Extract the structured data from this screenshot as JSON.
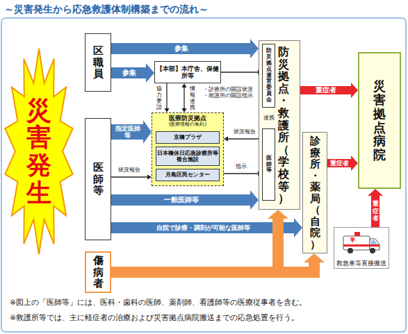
{
  "diagram": {
    "title": "～災害発生から応急救護体制構築までの流れ～",
    "nodes": [
      {
        "text": [
          "災害発生"
        ]
      },
      {
        "text": [
          "区職員"
        ]
      },
      {
        "text": [
          "医師等"
        ]
      },
      {
        "text": [
          "傷病者"
        ]
      },
      {
        "text": [
          "【本部】本庁舎、保健所等"
        ]
      },
      {
        "text": [
          "医療防災拠点",
          "(医療情報の集約)"
        ]
      },
      {
        "text": [
          "京橋プラザ"
        ],
        "in": 5
      },
      {
        "text": [
          "日本橋休日応急診療所等複合施設"
        ],
        "in": 5
      },
      {
        "text": [
          "月島区民センター"
        ],
        "in": 5
      },
      {
        "text": [
          "防災拠点・救護所（学校等）"
        ]
      },
      {
        "text": [
          "防災拠点運営委員会"
        ],
        "in": 9
      },
      {
        "text": [
          "医師等"
        ],
        "in": 9
      },
      {
        "text": [
          "診療所・薬局（自院）"
        ]
      },
      {
        "text": [
          "災害拠点病院"
        ]
      },
      {
        "text": [
          "救急車等直接搬送"
        ]
      }
    ],
    "edges": [
      {
        "from": 1,
        "to": 9,
        "label": "参集",
        "arrow": "to"
      },
      {
        "from": 1,
        "to": 4,
        "label": "参集",
        "arrow": "to"
      },
      {
        "from": 4,
        "to": 5,
        "label": "協力要請",
        "arrow": "to"
      },
      {
        "from": 4,
        "to": 5,
        "label": "情報連携",
        "arrow": "both"
      },
      {
        "from": 4,
        "to": 10,
        "label": "・診療所の開設状況 ・救護所の開設指示",
        "arrow": "to"
      },
      {
        "from": 10,
        "to": 11,
        "label": "連携",
        "arrow": "both"
      },
      {
        "from": 2,
        "to": 5,
        "label": "指定医師等",
        "arrow": "to"
      },
      {
        "from": 2,
        "to": 5,
        "label": "状況報告",
        "arrow": "to"
      },
      {
        "from": 11,
        "to": 5,
        "label": "状況報告",
        "arrow": "to"
      },
      {
        "from": 5,
        "to": 11,
        "label": "指示",
        "arrow": "to"
      },
      {
        "from": 2,
        "to": 9,
        "label": "一般医師等",
        "arrow": "to"
      },
      {
        "from": 2,
        "to": 12,
        "label": "自院で診療・調剤が可能な医師等",
        "arrow": "to"
      },
      {
        "from": 3,
        "to": 9,
        "arrow": "to"
      },
      {
        "from": 3,
        "to": 12,
        "arrow": "to"
      },
      {
        "from": 9,
        "to": 13,
        "label": "重症者",
        "arrow": "to"
      },
      {
        "from": 12,
        "to": 13,
        "label": "重症者",
        "arrow": "to"
      },
      {
        "from": 14,
        "to": 13,
        "label": "重症者",
        "arrow": "to"
      }
    ],
    "labels": [
      "※図上の「医師等」には、医科・歯科の医師、薬剤師、看護師等の医療従事者を含む。",
      "※救護所等では、主に軽症者の治療および災害拠点病院搬送までの応急処置を行う。"
    ]
  }
}
